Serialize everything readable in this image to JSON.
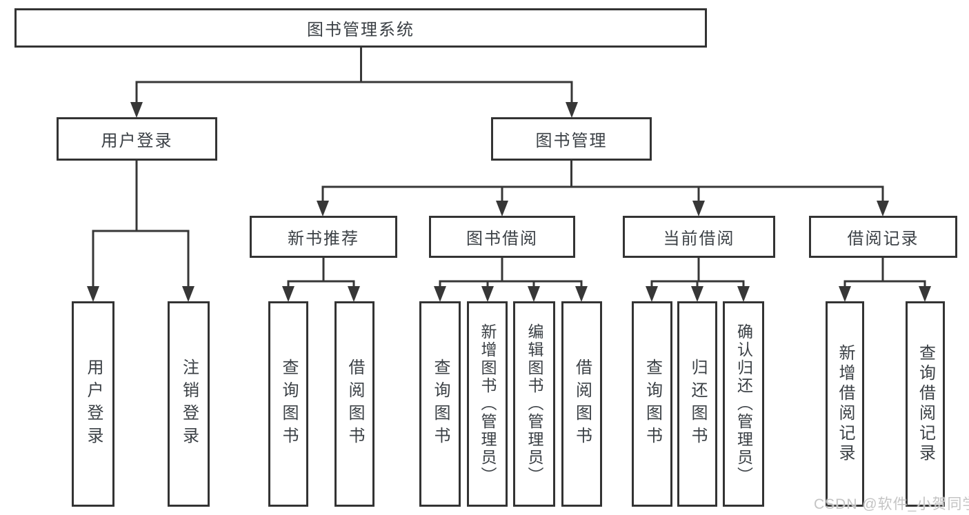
{
  "nodes": {
    "root": {
      "label": "图书管理系统"
    },
    "user_login": {
      "label": "用户登录"
    },
    "book_mgmt": {
      "label": "图书管理"
    },
    "new_books": {
      "label": "新书推荐"
    },
    "book_borrow": {
      "label": "图书借阅"
    },
    "current_borrow": {
      "label": "当前借阅"
    },
    "borrow_records": {
      "label": "借阅记录"
    },
    "leaf_user_login": {
      "label": "用户登录"
    },
    "leaf_logout": {
      "label": "注销登录"
    },
    "leaf_nb_query": {
      "label": "查询图书"
    },
    "leaf_nb_borrow": {
      "label": "借阅图书"
    },
    "leaf_bb_query": {
      "label": "查询图书"
    },
    "leaf_bb_add": {
      "label": "新增图书（管理员）"
    },
    "leaf_bb_edit": {
      "label": "编辑图书（管理员）"
    },
    "leaf_bb_borrow": {
      "label": "借阅图书"
    },
    "leaf_cb_query": {
      "label": "查询图书"
    },
    "leaf_cb_return": {
      "label": "归还图书"
    },
    "leaf_cb_confirm": {
      "label": "确认归还（管理员）"
    },
    "leaf_br_add": {
      "label": "新增借阅记录"
    },
    "leaf_br_query": {
      "label": "查询借阅记录"
    }
  },
  "watermark": {
    "text": "CSDN @软件_小贺同学"
  },
  "colors": {
    "line": "#373737",
    "border": "#333333",
    "text": "#3b4045",
    "watermark": "#c4c4c4"
  }
}
